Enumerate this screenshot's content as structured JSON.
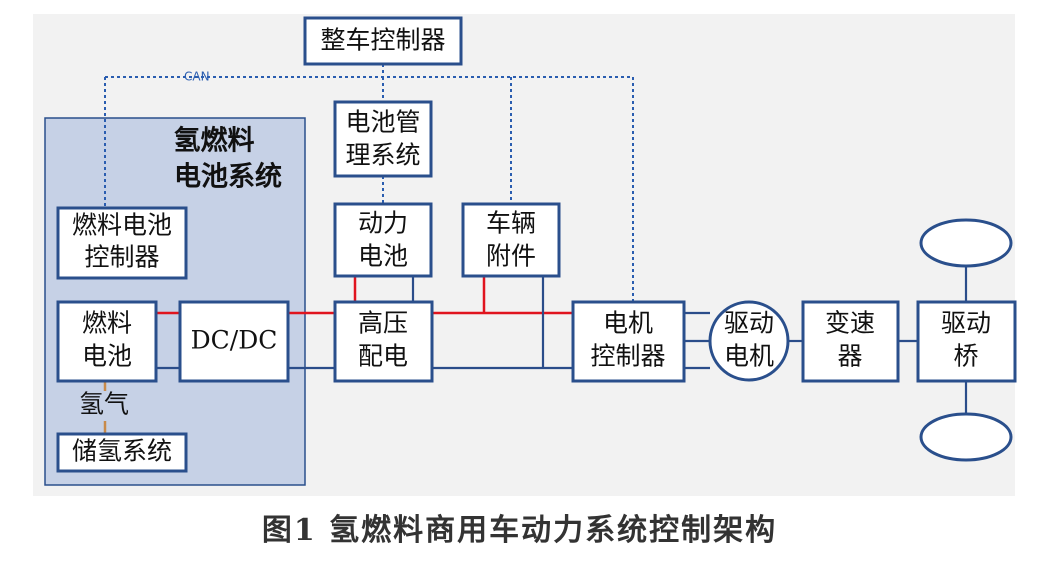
{
  "diagram": {
    "vcu": "整车控制器",
    "can_label": "CAN",
    "fc_system_title": [
      "氢燃料",
      "电池系统"
    ],
    "fc_controller": [
      "燃料电池",
      "控制器"
    ],
    "fuel_cell": [
      "燃料",
      "电池"
    ],
    "hydrogen": "氢气",
    "h2_storage": "储氢系统",
    "dcdc": "DC/DC",
    "bms": [
      "电池管",
      "理系统"
    ],
    "battery": [
      "动力",
      "电池"
    ],
    "accessories": [
      "车辆",
      "附件"
    ],
    "hv_distribution": [
      "高压",
      "配电"
    ],
    "motor_controller": [
      "电机",
      "控制器"
    ],
    "motor": [
      "驱动",
      "电机"
    ],
    "gearbox": [
      "变速",
      "器"
    ],
    "drive_axle": [
      "驱动",
      "桥"
    ]
  },
  "caption": "图1   氢燃料商用车动力系统控制架构",
  "colors": {
    "box_border": "#2a4f8c",
    "fc_panel": "#c6d1e6",
    "can_line": "#2a5db0",
    "high_voltage_line": "#e0141e",
    "low_voltage_line": "#2b4d8a",
    "hydrogen_line": "#c88a4a"
  }
}
